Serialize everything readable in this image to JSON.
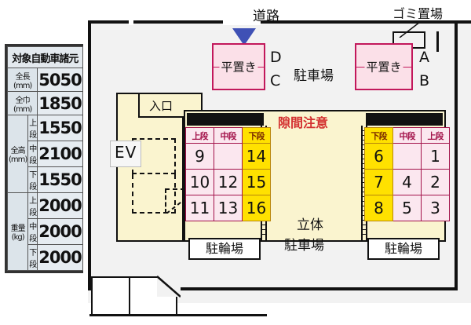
{
  "labels": {
    "road": "道路",
    "garbage": "ゴミ置場",
    "entrance": "入口",
    "elevator": "EV",
    "parking_lot": "駐車場",
    "gap_warning": "隙間注意",
    "mech_parking_line1": "立体",
    "mech_parking_line2": "駐車場",
    "flat_parking": "平置き",
    "bicycle_parking": "駐輪場"
  },
  "flat_slots": {
    "left_box_label": "平置き",
    "right_box_label": "平置き",
    "left_letters": [
      "D",
      "C"
    ],
    "right_letters": [
      "A",
      "B"
    ]
  },
  "grids": {
    "left": {
      "headers": [
        "上段",
        "中段",
        "下段"
      ],
      "rows": [
        [
          "9",
          "",
          "14"
        ],
        [
          "10",
          "12",
          "15"
        ],
        [
          "11",
          "13",
          "16"
        ]
      ],
      "highlight_column": 2,
      "highlight_color": "#ffe100"
    },
    "right": {
      "headers": [
        "下段",
        "中段",
        "上段"
      ],
      "rows": [
        [
          "6",
          "",
          "1"
        ],
        [
          "7",
          "4",
          "2"
        ],
        [
          "8",
          "5",
          "3"
        ]
      ],
      "highlight_column": 0,
      "highlight_color": "#ffe100"
    }
  },
  "spec_table": {
    "title": "対象自動車諸元",
    "rows": [
      {
        "label": "全長(mm)",
        "sub": "",
        "value": "5050"
      },
      {
        "label": "全巾(mm)",
        "sub": "",
        "value": "1850"
      },
      {
        "label": "全高",
        "sub": "上段",
        "value": "1550"
      },
      {
        "label": "(mm)",
        "sub": "中段",
        "value": "2100"
      },
      {
        "label": "",
        "sub": "下段",
        "value": "1550"
      },
      {
        "label": "重量",
        "sub": "上段",
        "value": "2000"
      },
      {
        "label": "(kg)",
        "sub": "中段",
        "value": "2000"
      },
      {
        "label": "",
        "sub": "下段",
        "value": "2000"
      }
    ],
    "group_labels": [
      "全高(mm)",
      "重量(kg)"
    ]
  },
  "colors": {
    "site_bg": "#f2f2f2",
    "building_bg": "#faf4cf",
    "pink_cell": "#fbe7ef",
    "yellow_cell": "#ffe100",
    "warning_red": "#d32f2f",
    "arrow_blue": "#3f51b5"
  }
}
